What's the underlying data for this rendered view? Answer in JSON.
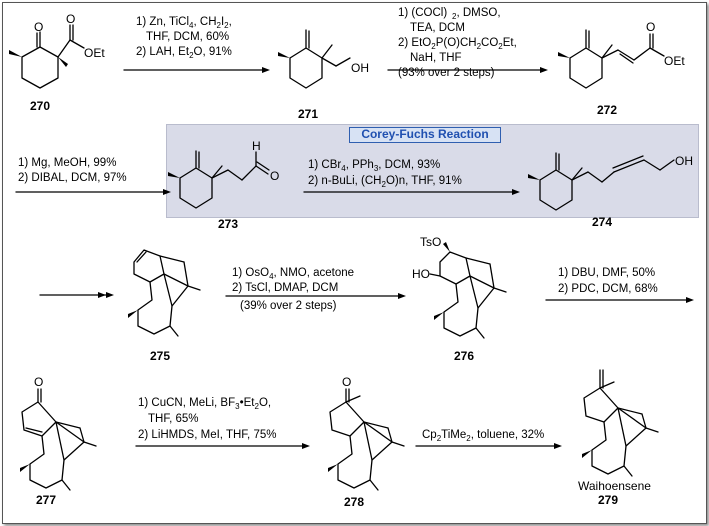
{
  "highlight": {
    "title": "Corey-Fuchs Reaction",
    "border_color": "#2f5fb0",
    "fill_color": "#d9dbe8"
  },
  "compounds": {
    "c270": "270",
    "c271": "271",
    "c272": "272",
    "c273": "273",
    "c274": "274",
    "c275": "275",
    "c276": "276",
    "c277": "277",
    "c278": "278",
    "c279_name": "Waihoensene",
    "c279": "279"
  },
  "atoms": {
    "o": "O",
    "oet": "OEt",
    "oh": "OH",
    "h": "H",
    "tso": "TsO",
    "ho": "HO"
  },
  "steps": {
    "s1": [
      "1) Zn, TiCl",
      "4",
      ", CH",
      "2",
      "I",
      "2",
      ",",
      "THF, DCM, 60%",
      "2) LAH, Et",
      "2",
      "O, 91%"
    ],
    "s2_l1": "1) (COCl)",
    "s2_l1_sub": "2",
    "s2_l1_end": ", DMSO,",
    "s2_l2": "TEA, DCM",
    "s2_l3a": "2) EtO",
    "s2_l3b": "P(O)CH",
    "s2_l3c": "CO",
    "s2_l3d": "Et,",
    "s2_l4": "NaH, THF",
    "s2_l5": "(93% over 2 steps)",
    "s3_l1": "1) Mg, MeOH, 99%",
    "s3_l2": "2) DIBAL, DCM, 97%",
    "s4_l1a": "1) CBr",
    "s4_l1b": ", PPh",
    "s4_l1c": ", DCM, 93%",
    "s4_l2a": "2) n-BuLi, (CH",
    "s4_l2b": "O)n, THF, 91%",
    "s5_l1a": "1) OsO",
    "s5_l1b": ", NMO, acetone",
    "s5_l2": "2) TsCl, DMAP, DCM",
    "s5_l3": "(39% over 2 steps)",
    "s6_l1": "1) DBU, DMF, 50%",
    "s6_l2": "2)  PDC, DCM, 68%",
    "s7_l1a": "1) CuCN, MeLi, BF",
    "s7_l1b": "•Et",
    "s7_l1c": "O,",
    "s7_l2": "THF,  65%",
    "s7_l3": "2) LiHMDS, MeI, THF, 75%",
    "s8_a": "Cp",
    "s8_b": "TiMe",
    "s8_c": ", toluene, 32%",
    "sub2": "2",
    "sub3": "3",
    "sub4": "4"
  }
}
